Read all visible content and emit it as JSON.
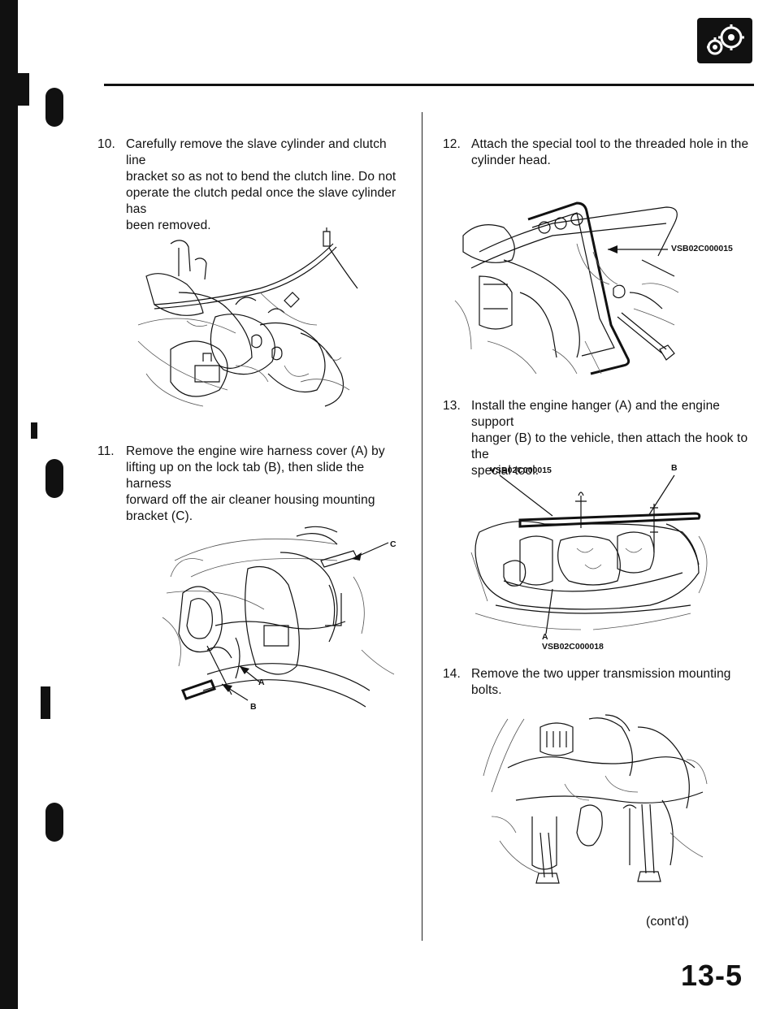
{
  "steps": {
    "s10": {
      "num": "10.",
      "lines": [
        "Carefully remove the slave cylinder and clutch line",
        "bracket so as not to bend the clutch line. Do not",
        "operate the clutch pedal once the slave cylinder has",
        "been removed."
      ]
    },
    "s11": {
      "num": "11.",
      "lines": [
        "Remove the engine wire harness cover (A) by",
        "lifting up on the lock tab (B), then slide the harness",
        "forward off the air cleaner housing mounting",
        "bracket (C)."
      ]
    },
    "s12": {
      "num": "12.",
      "lines": [
        "Attach the special tool to the threaded hole in the",
        "cylinder head."
      ]
    },
    "s13": {
      "num": "13.",
      "lines": [
        "Install the engine hanger (A) and the engine support",
        "hanger (B) to the vehicle, then attach the hook to the",
        "special tool."
      ]
    },
    "s14": {
      "num": "14.",
      "lines": [
        "Remove the two upper transmission mounting",
        "bolts."
      ]
    }
  },
  "labels": {
    "fig11_c": "C",
    "fig11_a": "A",
    "fig11_b": "B",
    "fig12_tool": "VSB02C000015",
    "fig13_tool": "VSB02C000015",
    "fig13_b": "B",
    "fig13_a": "A",
    "fig13_tool2": "VSB02C000018"
  },
  "footer": {
    "contd": "(cont'd)",
    "page": "13-5"
  },
  "icons": {
    "header": "gear-section-icon"
  }
}
